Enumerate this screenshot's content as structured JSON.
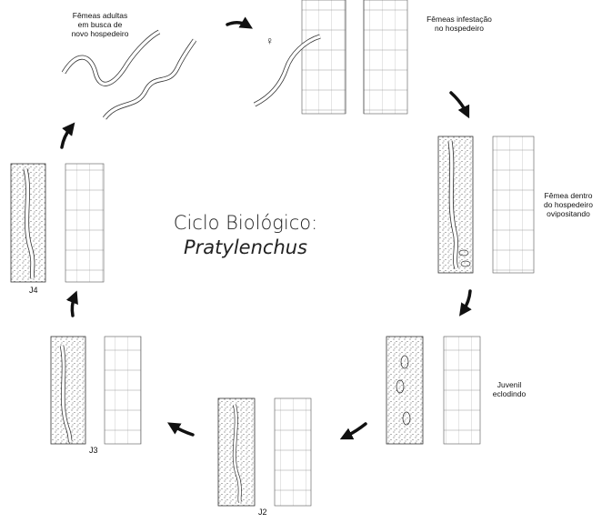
{
  "title": {
    "line1": "Ciclo Biológico:",
    "line2": "Pratylenchus"
  },
  "stages": {
    "adult_search": {
      "line1": "Fêmeas adultas",
      "line2": "em busca de",
      "line3": "novo hospedeiro"
    },
    "infestation": {
      "line1": "Fêmeas infestação",
      "line2": "no hospedeiro",
      "symbol": "♀"
    },
    "oviposition": {
      "line1": "Fêmea dentro",
      "line2": "do hospedeiro",
      "line3": "ovipositando"
    },
    "hatching": {
      "line1": "Juvenil",
      "line2": "eclodindo"
    },
    "j2": {
      "label": "J2"
    },
    "j3": {
      "label": "J3"
    },
    "j4": {
      "label": "J4"
    }
  },
  "colors": {
    "ink": "#111111",
    "line": "#333333"
  }
}
